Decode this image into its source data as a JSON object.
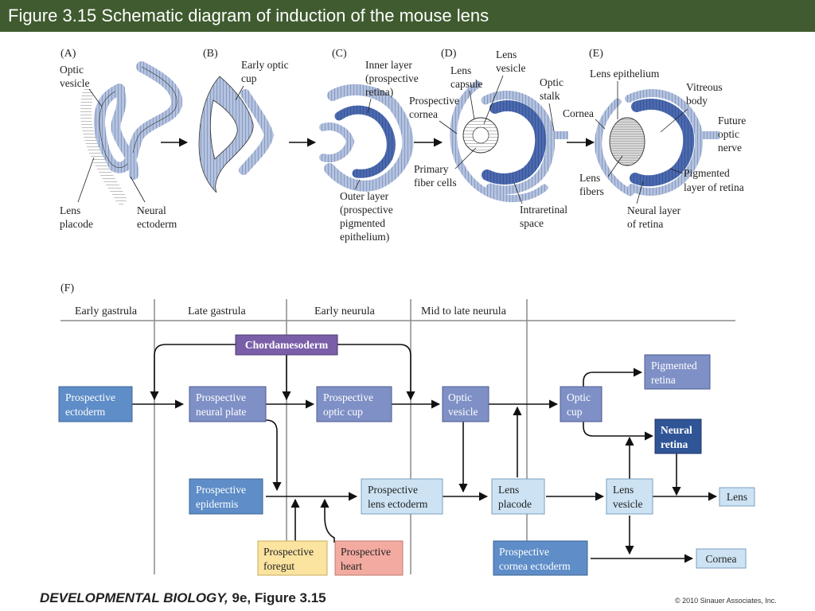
{
  "title": "Figure 3.15  Schematic diagram of induction of the mouse lens",
  "colors": {
    "title_bar": "#3f5b2f",
    "tissue_light": "#a9b9d9",
    "tissue_dark": "#3e5ea8",
    "box_medium_blue": "#5e8dc8",
    "box_slate": "#7f90c6",
    "box_light_blue": "#cde3f3",
    "box_purple": "#7a5ea8",
    "box_navy": "#2f5597",
    "box_yellow": "#fbe3a0",
    "box_pink": "#f3aaa0",
    "grid_line": "#8c8c8c"
  },
  "panels": {
    "A": {
      "letter": "(A)",
      "labels": {
        "optic_vesicle": [
          "Optic",
          "vesicle"
        ],
        "lens_placode": [
          "Lens",
          "placode"
        ],
        "neural_ectoderm": [
          "Neural",
          "ectoderm"
        ]
      }
    },
    "B": {
      "letter": "(B)",
      "labels": {
        "early_optic_cup": [
          "Early optic",
          "cup"
        ]
      }
    },
    "C": {
      "letter": "(C)",
      "labels": {
        "inner_layer": [
          "Inner layer",
          "(prospective",
          "retina)"
        ],
        "outer_layer": [
          "Outer layer",
          "(prospective",
          "pigmented",
          "epithelium)"
        ]
      }
    },
    "D": {
      "letter": "(D)",
      "labels": {
        "lens_capsule": [
          "Lens",
          "capsule"
        ],
        "lens_vesicle": [
          "Lens",
          "vesicle"
        ],
        "optic_stalk": [
          "Optic",
          "stalk"
        ],
        "prospective_cornea": [
          "Prospective",
          "cornea"
        ],
        "primary_fiber_cells": [
          "Primary",
          "fiber cells"
        ],
        "intraretinal_space": [
          "Intraretinal",
          "space"
        ]
      }
    },
    "E": {
      "letter": "(E)",
      "labels": {
        "lens_epithelium": [
          "Lens epithelium"
        ],
        "vitreous_body": [
          "Vitreous",
          "body"
        ],
        "cornea": [
          "Cornea"
        ],
        "future_optic_nerve": [
          "Future",
          "optic",
          "nerve"
        ],
        "lens_fibers": [
          "Lens",
          "fibers"
        ],
        "pigmented_layer": [
          "Pigmented",
          "layer of retina"
        ],
        "neural_layer": [
          "Neural layer",
          "of retina"
        ]
      }
    }
  },
  "flowchart": {
    "letter": "(F)",
    "stages": [
      "Early gastrula",
      "Late gastrula",
      "Early neurula",
      "Mid to late neurula"
    ],
    "boxes": {
      "chordamesoderm": [
        "Chordamesoderm"
      ],
      "prospective_ectoderm": [
        "Prospective",
        "ectoderm"
      ],
      "prospective_neural_plate": [
        "Prospective",
        "neural plate"
      ],
      "prospective_optic_cup": [
        "Prospective",
        "optic cup"
      ],
      "optic_vesicle": [
        "Optic",
        "vesicle"
      ],
      "optic_cup": [
        "Optic",
        "cup"
      ],
      "pigmented_retina": [
        "Pigmented",
        "retina"
      ],
      "neural_retina": [
        "Neural",
        "retina"
      ],
      "prospective_epidermis": [
        "Prospective",
        "epidermis"
      ],
      "prospective_lens_ectoderm": [
        "Prospective",
        "lens ectoderm"
      ],
      "lens_placode": [
        "Lens",
        "placode"
      ],
      "lens_vesicle": [
        "Lens",
        "vesicle"
      ],
      "lens": [
        "Lens"
      ],
      "prospective_foregut": [
        "Prospective",
        "foregut"
      ],
      "prospective_heart": [
        "Prospective",
        "heart"
      ],
      "prospective_cornea_ectoderm": [
        "Prospective",
        "cornea ectoderm"
      ],
      "cornea": [
        "Cornea"
      ]
    }
  },
  "footer": {
    "book": "DEVELOPMENTAL BIOLOGY,",
    "rest": " 9e, Figure 3.15"
  },
  "copyright": "© 2010 Sinauer Associates, Inc."
}
